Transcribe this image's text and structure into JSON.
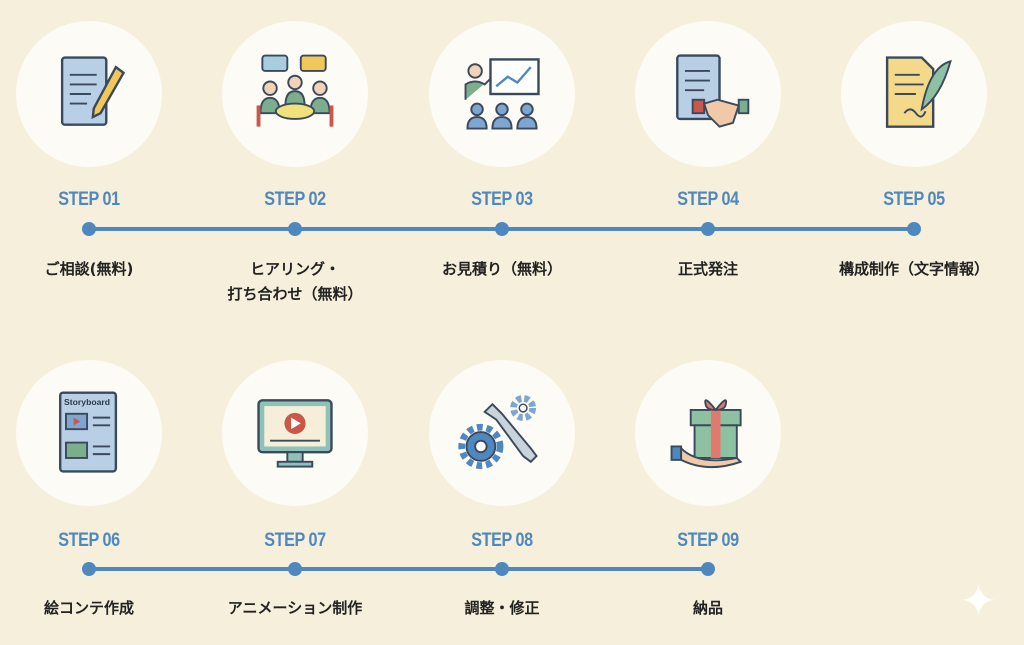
{
  "steps": [
    {
      "step": "STEP 01",
      "label": "ご相談(無料)",
      "icon": "document-pencil-icon"
    },
    {
      "step": "STEP 02",
      "label": "ヒアリング・\n打ち合わせ（無料）",
      "label_line1": "ヒアリング・",
      "label_line2": "打ち合わせ（無料）",
      "icon": "meeting-icon"
    },
    {
      "step": "STEP 03",
      "label": "お見積り（無料）",
      "icon": "presentation-icon"
    },
    {
      "step": "STEP 04",
      "label": "正式発注",
      "icon": "contract-handshake-icon"
    },
    {
      "step": "STEP 05",
      "label": "構成制作（文字情報）",
      "icon": "paper-quill-icon"
    },
    {
      "step": "STEP 06",
      "label": "絵コンテ作成",
      "icon": "storyboard-icon",
      "icon_text": "Storyboard"
    },
    {
      "step": "STEP 07",
      "label": "アニメーション制作",
      "icon": "monitor-play-icon"
    },
    {
      "step": "STEP 08",
      "label": "調整・修正",
      "icon": "gears-wrench-icon"
    },
    {
      "step": "STEP 09",
      "label": "納品",
      "icon": "gift-hand-icon"
    }
  ],
  "colors": {
    "accent": "#4f88bf",
    "background": "#f6efdb"
  }
}
